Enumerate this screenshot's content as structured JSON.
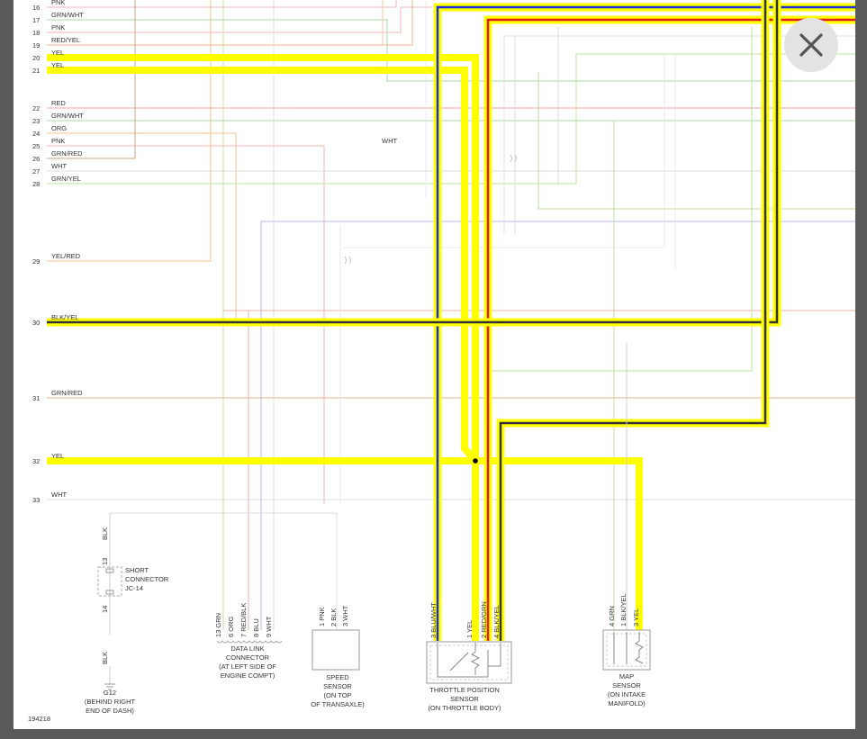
{
  "diagram": {
    "wires": [
      {
        "row": "16",
        "color": "PNK"
      },
      {
        "row": "17",
        "color": "GRN/WHT"
      },
      {
        "row": "18",
        "color": "PNK"
      },
      {
        "row": "19",
        "color": "RED/YEL"
      },
      {
        "row": "20",
        "color": "YEL"
      },
      {
        "row": "21",
        "color": "YEL"
      },
      {
        "row": "22",
        "color": "RED"
      },
      {
        "row": "23",
        "color": "GRN/WHT"
      },
      {
        "row": "24",
        "color": "ORG"
      },
      {
        "row": "25",
        "color": "PNK"
      },
      {
        "row": "26",
        "color": "GRN/RED"
      },
      {
        "row": "27",
        "color": "WHT"
      },
      {
        "row": "28",
        "color": "GRN/YEL"
      },
      {
        "row": "29",
        "color": "YEL/RED"
      },
      {
        "row": "30",
        "color": "BLK/YEL"
      },
      {
        "row": "31",
        "color": "GRN/RED"
      },
      {
        "row": "32",
        "color": "YEL"
      },
      {
        "row": "33",
        "color": "WHT"
      }
    ],
    "mid_label": "WHT",
    "ground_branch": {
      "top_wire": "BLK",
      "pin_top": "13",
      "pin_bottom": "14",
      "bottom_wire": "BLK",
      "short_connector": [
        "SHORT",
        "CONNECTOR",
        "JC-14"
      ],
      "ground": [
        "G12",
        "(BEHIND RIGHT",
        "END OF DASH)"
      ]
    },
    "data_link_connector": {
      "pins": [
        {
          "pin": "13",
          "color": "GRN"
        },
        {
          "pin": "6",
          "color": "ORG"
        },
        {
          "pin": "7",
          "color": "RED/BLK"
        },
        {
          "pin": "8",
          "color": "BLU"
        },
        {
          "pin": "9",
          "color": "WHT"
        }
      ],
      "caption": [
        "DATA LINK",
        "CONNECTOR",
        "(AT LEFT SIDE OF",
        "ENGINE COMPT)"
      ]
    },
    "speed_sensor": {
      "pins": [
        {
          "pin": "1",
          "color": "PNK"
        },
        {
          "pin": "2",
          "color": "BLK"
        },
        {
          "pin": "3",
          "color": "WHT"
        }
      ],
      "caption": [
        "SPEED",
        "SENSOR",
        "(ON TOP",
        "OF TRANSAXLE)"
      ]
    },
    "throttle_position_sensor": {
      "pins": [
        {
          "pin": "3",
          "color": "BLU/WHT"
        },
        {
          "pin": "1",
          "color": "YEL"
        },
        {
          "pin": "2",
          "color": "RED/GRN"
        },
        {
          "pin": "4",
          "color": "BLK/YEL"
        }
      ],
      "caption": [
        "THROTTLE POSITION",
        "SENSOR",
        "(ON THROTTLE BODY)"
      ]
    },
    "map_sensor": {
      "pins": [
        {
          "pin": "4",
          "color": "GRN"
        },
        {
          "pin": "1",
          "color": "BLK/YEL"
        },
        {
          "pin": "3",
          "color": "YEL"
        }
      ],
      "caption": [
        "MAP",
        "SENSOR",
        "(ON INTAKE",
        "MANIFOLD)"
      ]
    },
    "figure_number": "194218"
  },
  "colors": {
    "highlight": "#ffff00",
    "blue_wire": "#1a2fd6",
    "red_wire": "#e31b1b",
    "black_wire": "#222222"
  },
  "close_button": {
    "icon": "close-icon"
  }
}
